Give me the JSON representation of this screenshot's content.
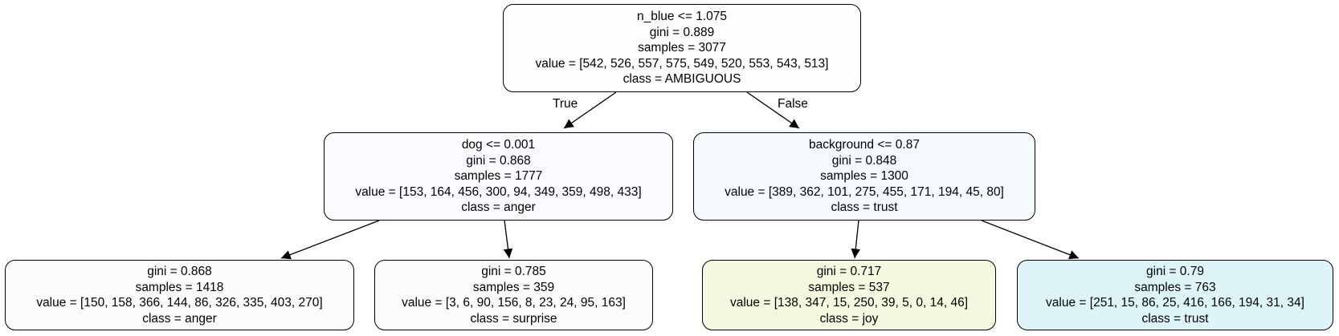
{
  "tree": {
    "edge_labels": {
      "true_label": "True",
      "false_label": "False"
    },
    "nodes": {
      "root": {
        "split": "n_blue <= 1.075",
        "gini": "gini = 0.889",
        "samples": "samples = 3077",
        "value": "value = [542, 526, 557, 575, 549, 520, 553, 543, 513]",
        "class": "class = AMBIGUOUS",
        "fill": "#fefeff"
      },
      "left": {
        "split": "dog <= 0.001",
        "gini": "gini = 0.868",
        "samples": "samples = 1777",
        "value": "value = [153, 164, 456, 300, 94, 349, 359, 498, 433]",
        "class": "class = anger",
        "fill": "#fcfbff"
      },
      "right": {
        "split": "background <= 0.87",
        "gini": "gini = 0.848",
        "samples": "samples = 1300",
        "value": "value = [389, 362, 101, 275, 455, 171, 194, 45, 80]",
        "class": "class = trust",
        "fill": "#f6fbfe"
      },
      "left_left": {
        "gini": "gini = 0.868",
        "samples": "samples = 1418",
        "value": "value = [150, 158, 366, 144, 86, 326, 335, 403, 270]",
        "class": "class = anger",
        "fill": "#fcfbfe"
      },
      "left_right": {
        "gini": "gini = 0.785",
        "samples": "samples = 359",
        "value": "value = [3, 6, 90, 156, 8, 23, 24, 95, 163]",
        "class": "class = surprise",
        "fill": "#fdfbfc"
      },
      "right_left": {
        "gini": "gini = 0.717",
        "samples": "samples = 537",
        "value": "value = [138, 347, 15, 250, 39, 5, 0, 14, 46]",
        "class": "class = joy",
        "fill": "#f6f9df"
      },
      "right_right": {
        "gini": "gini = 0.79",
        "samples": "samples = 763",
        "value": "value = [251, 15, 86, 25, 416, 166, 194, 31, 34]",
        "class": "class = trust",
        "fill": "#ddf5f9"
      }
    }
  }
}
